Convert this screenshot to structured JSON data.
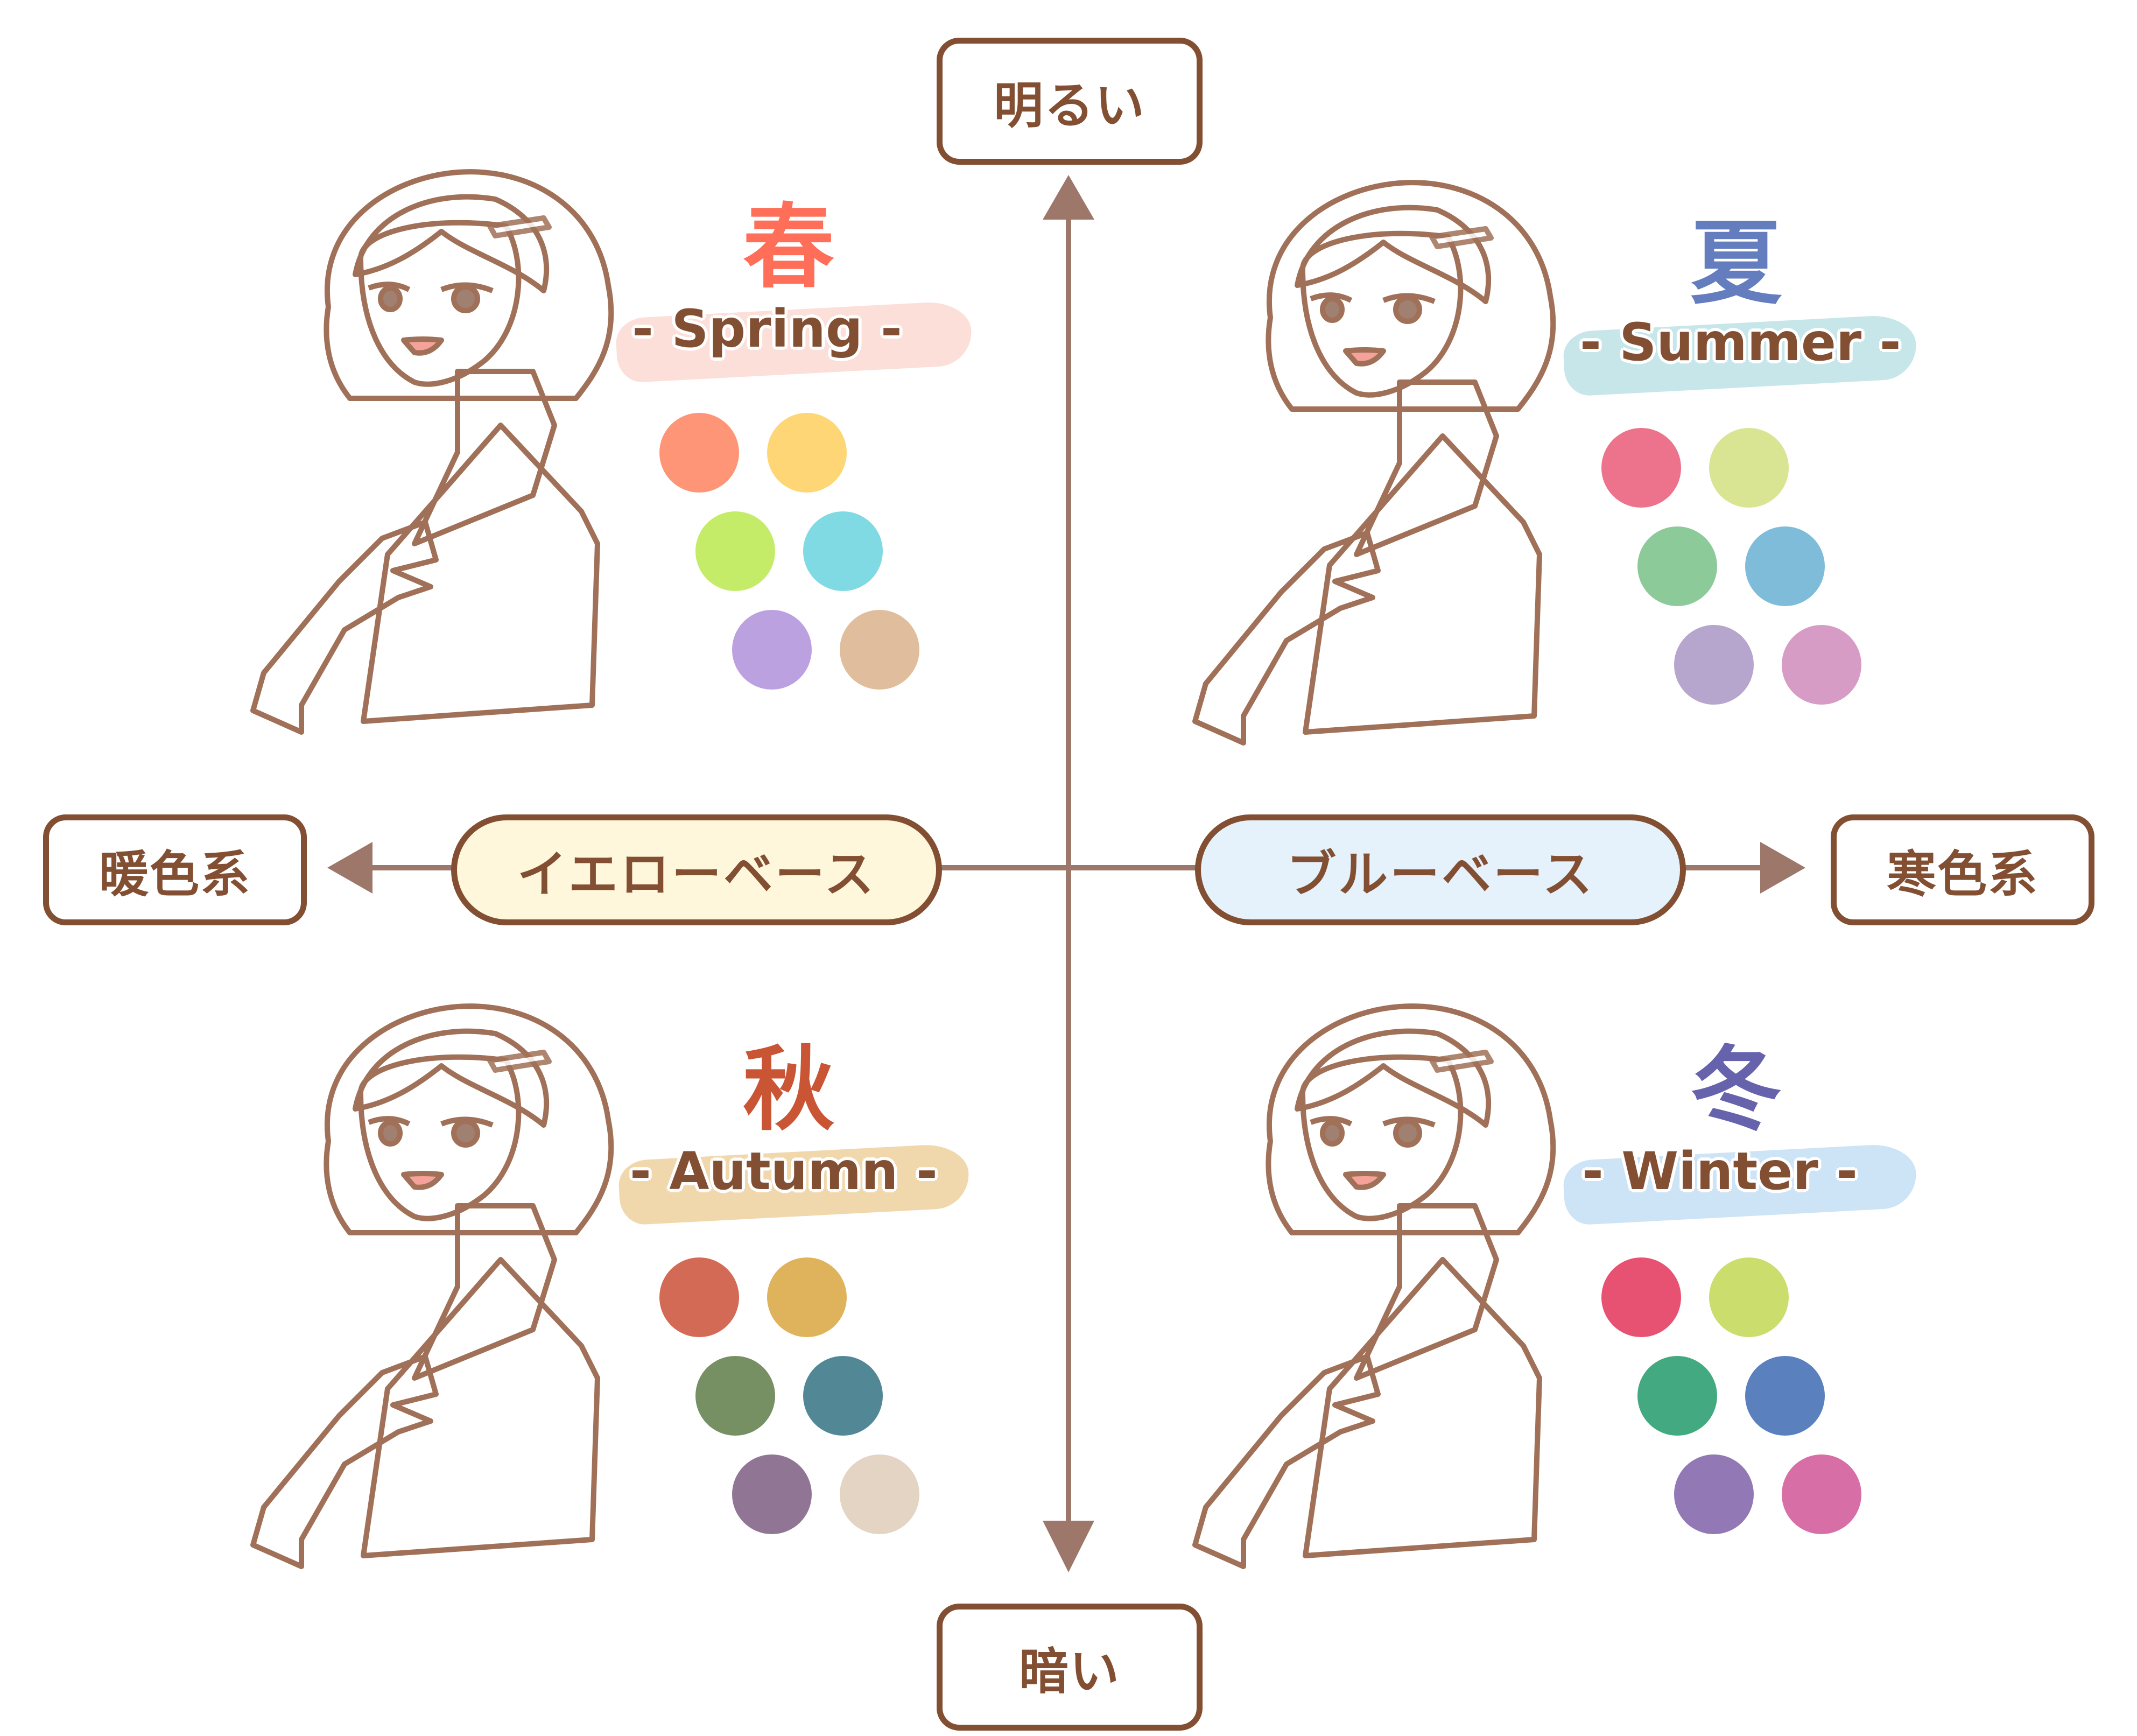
{
  "axes": {
    "top_label": "明るい",
    "bottom_label": "暗い",
    "left_label": "暖色系",
    "right_label": "寒色系",
    "left_base": "イエローベース",
    "right_base": "ブルーベース",
    "line_color": "#9c776a",
    "text_color": "#834f33",
    "yellow_base_fill": "#fff7dc",
    "blue_base_fill": "#e5f1fb"
  },
  "seasons": [
    {
      "id": "spring",
      "kanji": "春",
      "english": "- Spring -",
      "kanji_color": "#ff6e58",
      "brush_color": "#fcdfd8",
      "illustration": {
        "hair": "#e0bb9b",
        "skin": "#fdf2ec",
        "top": "#fdcbbd",
        "outline": "#a07158"
      },
      "palette": [
        "#ff9577",
        "#ffd675",
        "#c4ec68",
        "#80dae4",
        "#bca1e0",
        "#e0bd9c"
      ]
    },
    {
      "id": "summer",
      "kanji": "夏",
      "english": "- Summer -",
      "kanji_color": "#637dbf",
      "brush_color": "#c6e6ea",
      "illustration": {
        "hair": "#b59f98",
        "skin": "#fdeceb",
        "top": "#badde7",
        "outline": "#a07158"
      },
      "palette": [
        "#ed728b",
        "#d9e593",
        "#8dca9a",
        "#7ebcda",
        "#b6a5cd",
        "#d69cc5"
      ]
    },
    {
      "id": "autumn",
      "kanji": "秋",
      "english": "- Autumn -",
      "kanji_color": "#c95535",
      "brush_color": "#f0d8ac",
      "illustration": {
        "hair": "#a68a7c",
        "skin": "#fde8d8",
        "top": "#92a77f",
        "outline": "#a07158"
      },
      "palette": [
        "#d36a55",
        "#dfb35b",
        "#768f63",
        "#528895",
        "#907694",
        "#e4d4c4"
      ]
    },
    {
      "id": "winter",
      "kanji": "冬",
      "english": "- Winter -",
      "kanji_color": "#6662ac",
      "brush_color": "#cde3f6",
      "illustration": {
        "hair": "#a59d9f",
        "skin": "#fcf0f0",
        "top": "#a0b8d9",
        "outline": "#a07158"
      },
      "palette": [
        "#e85272",
        "#cbde6d",
        "#43a980",
        "#5a80be",
        "#9278b4",
        "#d86ea6"
      ]
    }
  ]
}
